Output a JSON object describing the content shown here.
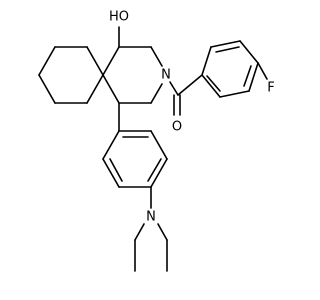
{
  "molecule": {
    "atoms": {
      "hydroxyl": {
        "label": "HO",
        "color": "#000000"
      },
      "ring_nitrogen": {
        "label": "N",
        "color": "#000000"
      },
      "carbonyl_oxygen": {
        "label": "O",
        "color": "#000000"
      },
      "fluorine": {
        "label": "F",
        "color": "#000000"
      },
      "amine_nitrogen": {
        "label": "N",
        "color": "#000000"
      }
    },
    "bond_color": "#000000",
    "background": "#ffffff"
  }
}
